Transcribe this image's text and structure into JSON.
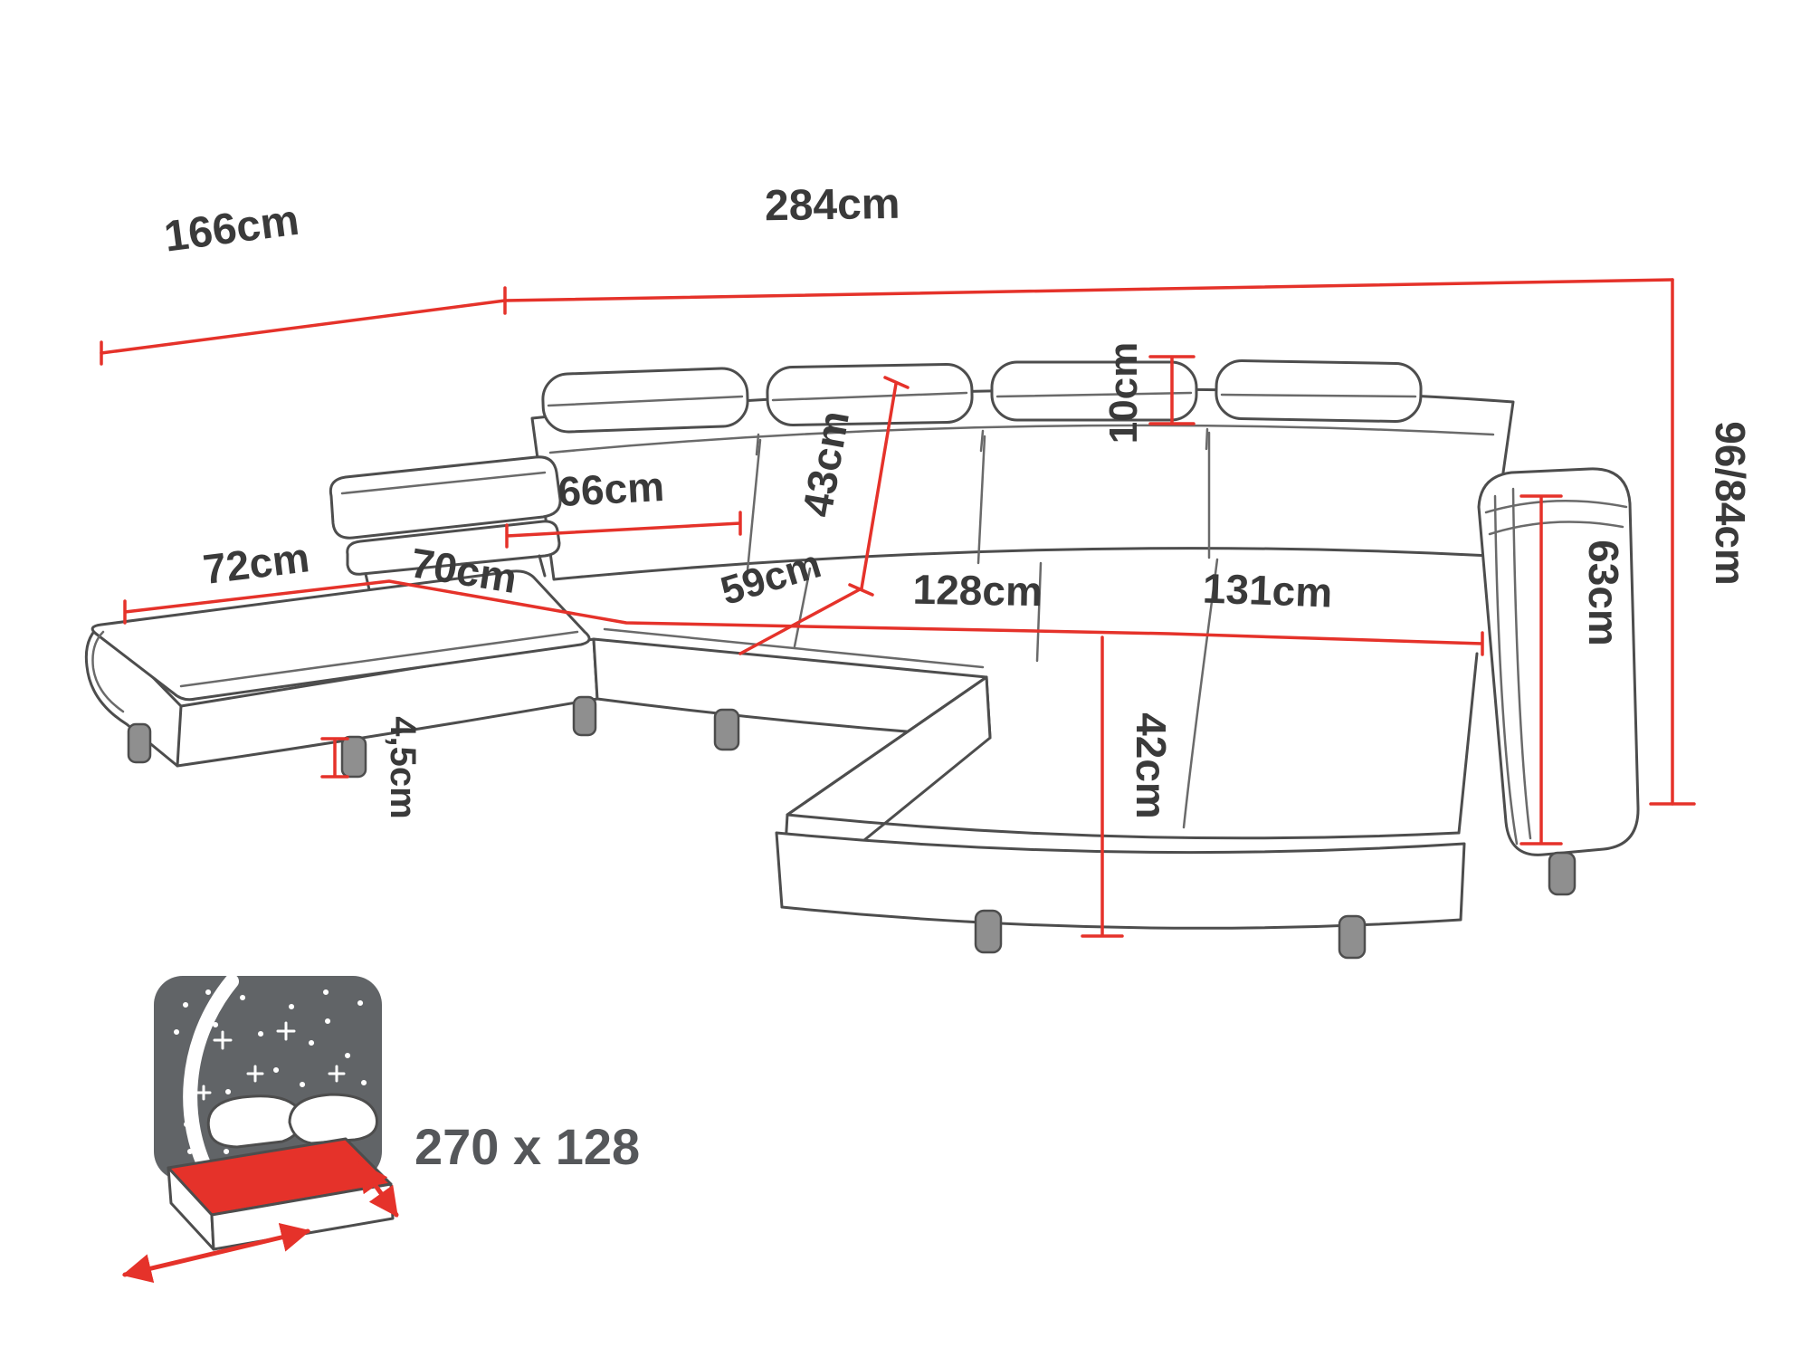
{
  "diagram": {
    "dimensions": {
      "total_width": "284cm",
      "total_depth": "166cm",
      "back_section_width": "66cm",
      "backrest_height": "43cm",
      "headrest_height": "10cm",
      "seat_depth": "59cm",
      "middle_seat_width": "128cm",
      "right_chaise_length": "131cm",
      "total_height": "96/84cm",
      "armrest_height": "63cm",
      "left_chaise_width": "72cm",
      "left_chaise_depth": "70cm",
      "seat_height": "42cm",
      "leg_height": "4,5cm"
    },
    "sleeping_area": "270 x 128",
    "colors": {
      "dimension_line": "#e5322a",
      "outline": "#4d4d4d",
      "label_text": "#3a3a3a",
      "bed_panel": "#616467",
      "bed_mattress": "#e5322a"
    }
  }
}
